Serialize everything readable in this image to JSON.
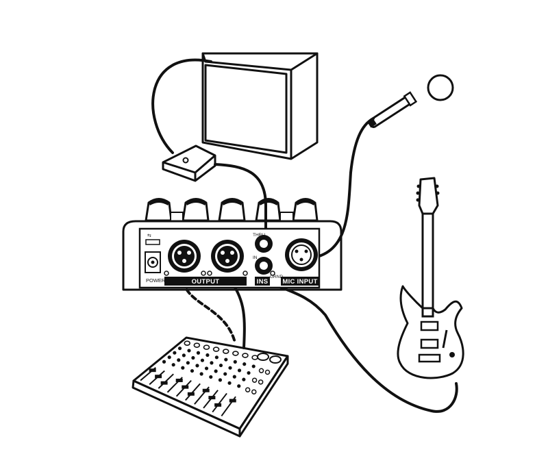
{
  "device_labels": {
    "thru": "THRU",
    "in": "IN",
    "gnd": "GRND",
    "output": "OUTPUT",
    "ins": "INS",
    "mic_input": "MIC INPUT",
    "power": "POWER"
  },
  "colors": {
    "line": "#111111",
    "background": "#ffffff"
  }
}
